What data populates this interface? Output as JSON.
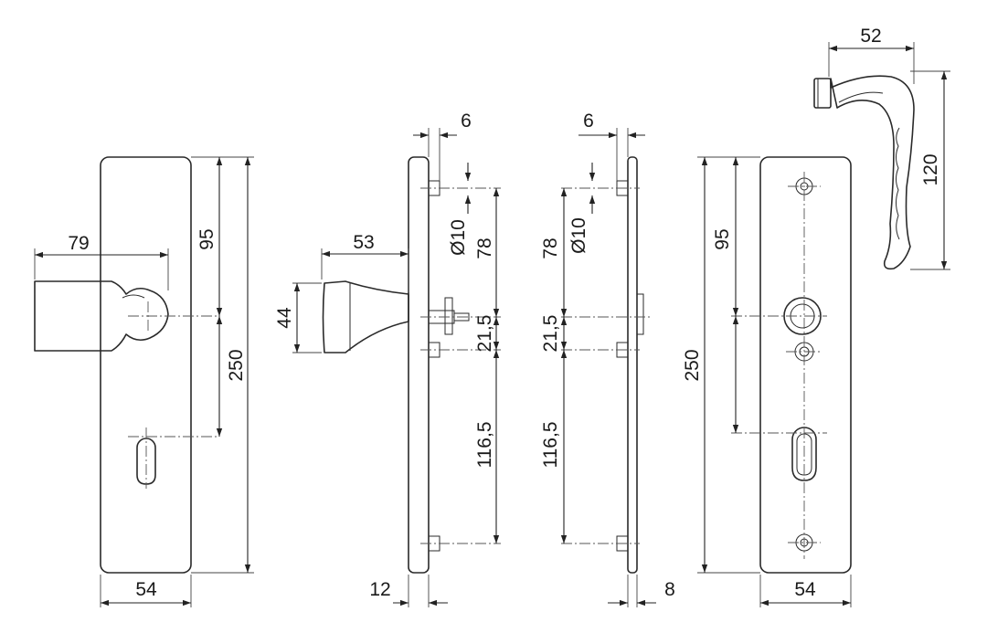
{
  "dimensions": {
    "front": {
      "handle_projection": "79",
      "upper_distance": "95",
      "total_height": "250",
      "plate_width": "54"
    },
    "side_left": {
      "handle_reach": "53",
      "grip_height": "44",
      "screw_offset": "6",
      "screw_dia": "Ø10",
      "upper": "78",
      "middle": "21,5",
      "lower": "116,5",
      "plate_thickness": "12"
    },
    "side_right": {
      "screw_offset": "6",
      "screw_dia": "Ø10",
      "upper": "78",
      "middle": "21,5",
      "lower": "116,5",
      "plate_thickness": "8"
    },
    "back": {
      "upper_distance": "95",
      "total_height": "250",
      "plate_width": "54"
    },
    "lever": {
      "width": "52",
      "height": "120"
    }
  }
}
